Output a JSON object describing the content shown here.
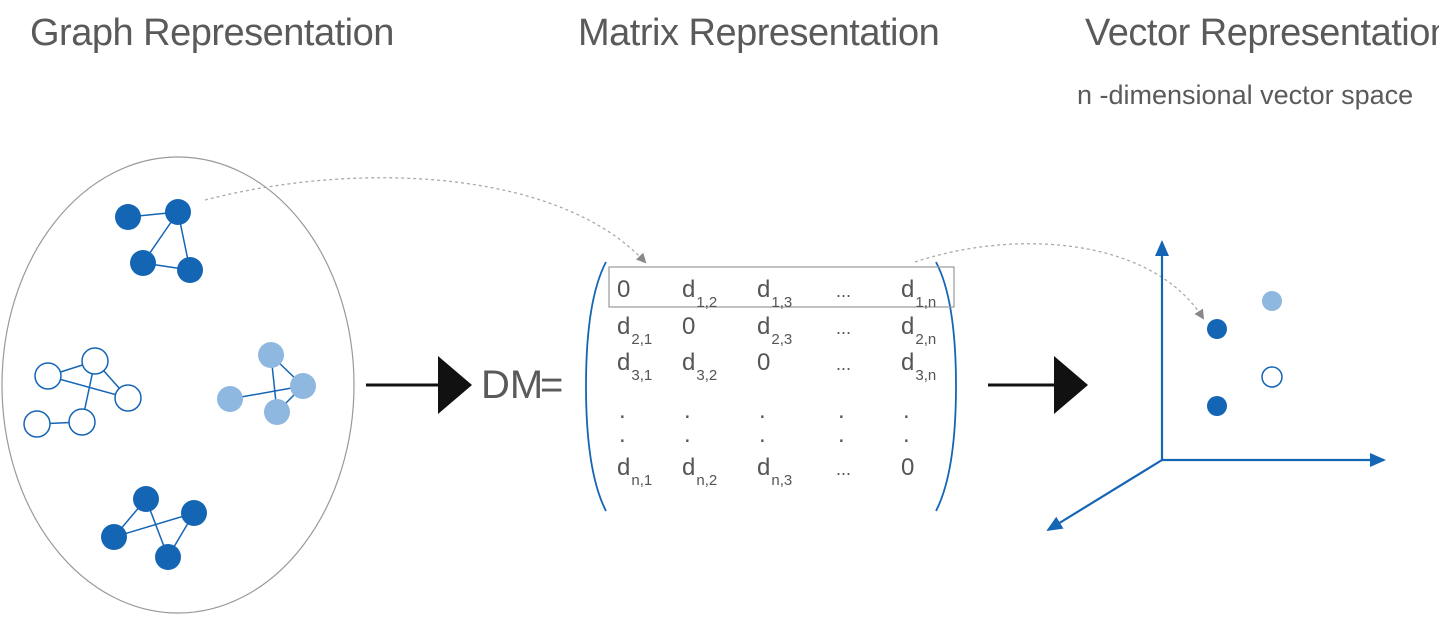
{
  "titles": {
    "graph": "Graph Representation",
    "matrix": "Matrix Representation",
    "vector": "Vector Representation",
    "vector_subtitle": "n -dimensional vector space"
  },
  "equation": {
    "lhs": "DM",
    "equals": "="
  },
  "matrix": {
    "rows": [
      [
        {
          "b": "0",
          "s": ""
        },
        {
          "b": "d",
          "s": "1,2"
        },
        {
          "b": "d",
          "s": "1,3"
        },
        {
          "b": "...",
          "s": ""
        },
        {
          "b": "d",
          "s": "1,n"
        }
      ],
      [
        {
          "b": "d",
          "s": "2,1"
        },
        {
          "b": "0",
          "s": ""
        },
        {
          "b": "d",
          "s": "2,3"
        },
        {
          "b": "...",
          "s": ""
        },
        {
          "b": "d",
          "s": "2,n"
        }
      ],
      [
        {
          "b": "d",
          "s": "3,1"
        },
        {
          "b": "d",
          "s": "3,2"
        },
        {
          "b": "0",
          "s": ""
        },
        {
          "b": "...",
          "s": ""
        },
        {
          "b": "d",
          "s": "3,n"
        }
      ],
      [
        {
          "b": ".",
          "s": ""
        },
        {
          "b": ".",
          "s": ""
        },
        {
          "b": ".",
          "s": ""
        },
        {
          "b": ".",
          "s": ""
        },
        {
          "b": ".",
          "s": ""
        }
      ],
      [
        {
          "b": ".",
          "s": ""
        },
        {
          "b": ".",
          "s": ""
        },
        {
          "b": ".",
          "s": ""
        },
        {
          "b": ".",
          "s": ""
        },
        {
          "b": ".",
          "s": ""
        }
      ],
      [
        {
          "b": "d",
          "s": "n,1"
        },
        {
          "b": "d",
          "s": "n,2"
        },
        {
          "b": "d",
          "s": "n,3"
        },
        {
          "b": "...",
          "s": ""
        },
        {
          "b": "0",
          "s": ""
        }
      ]
    ]
  },
  "colors": {
    "dark_blue": "#1565b5",
    "light_blue": "#8fb8e0",
    "outline_blue": "#1565b5",
    "arrow": "#111111",
    "text": "#555555",
    "ellipse": "#999999"
  }
}
